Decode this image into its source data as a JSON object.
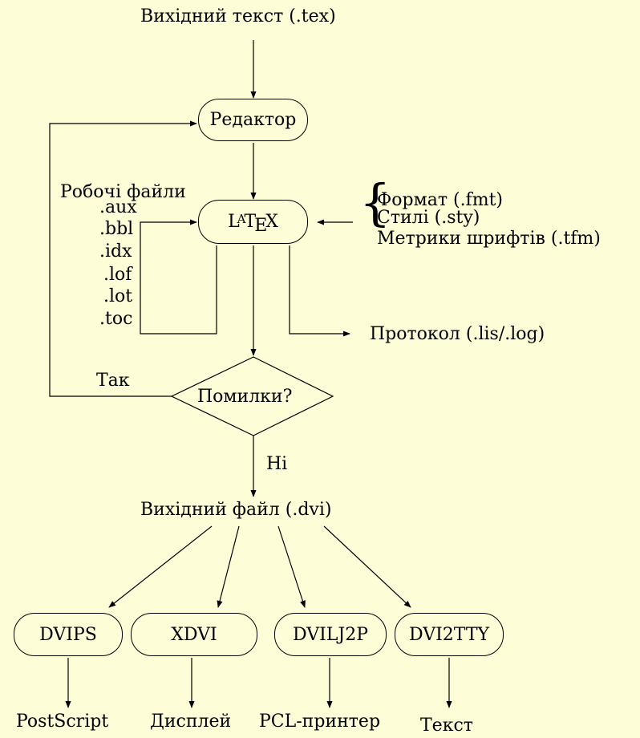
{
  "source_text": "Вихідний текст (.tex)",
  "editor_label": "Редактор",
  "working_files": {
    "title": "Робочі файли",
    "items": [
      ".aux",
      ".bbl",
      ".idx",
      ".lof",
      ".lot",
      ".toc"
    ]
  },
  "latex": {
    "L": "L",
    "A": "A",
    "T": "T",
    "E": "E",
    "X": "X"
  },
  "inputs": [
    "Формат (.fmt)",
    "Стилі (.sty)",
    "Метрики шрифтів (.tfm)"
  ],
  "protocol_label": "Протокол (.lis/.log)",
  "decision": {
    "label": "Помилки?",
    "yes_label": "Так",
    "no_label": "Ні"
  },
  "output_file": "Вихідний файл (.dvi)",
  "drivers": [
    {
      "name": "DVIPS",
      "result": "PostScript"
    },
    {
      "name": "XDVI",
      "result": "Дисплей"
    },
    {
      "name": "DVILJ2P",
      "result": "PCL-принтер"
    },
    {
      "name": "DVI2TTY",
      "result": "Текст"
    }
  ],
  "colors": {
    "background": "#fdfdd7",
    "ink": "#000000"
  }
}
